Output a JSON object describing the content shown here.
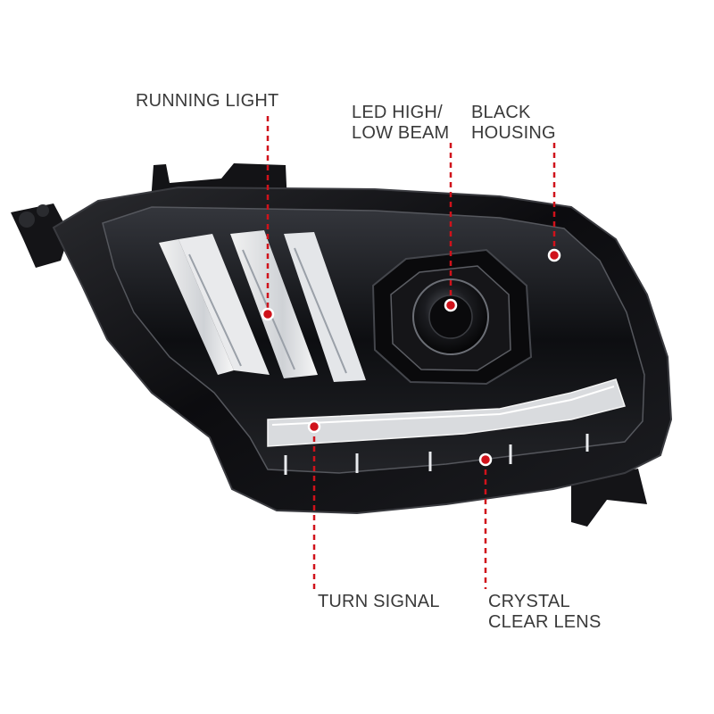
{
  "image": {
    "subject": "headlight",
    "background": "#ffffff",
    "accent_color": "#d0121b",
    "housing_color": "#0b0b0d"
  },
  "callouts": {
    "running_light": {
      "lines": [
        "RUNNING LIGHT"
      ]
    },
    "led_beam": {
      "lines": [
        "LED HIGH/",
        "LOW BEAM"
      ]
    },
    "black_housing": {
      "lines": [
        "BLACK",
        "HOUSING"
      ]
    },
    "turn_signal": {
      "lines": [
        "TURN SIGNAL"
      ]
    },
    "crystal_lens": {
      "lines": [
        "CRYSTAL",
        "CLEAR LENS"
      ]
    }
  }
}
